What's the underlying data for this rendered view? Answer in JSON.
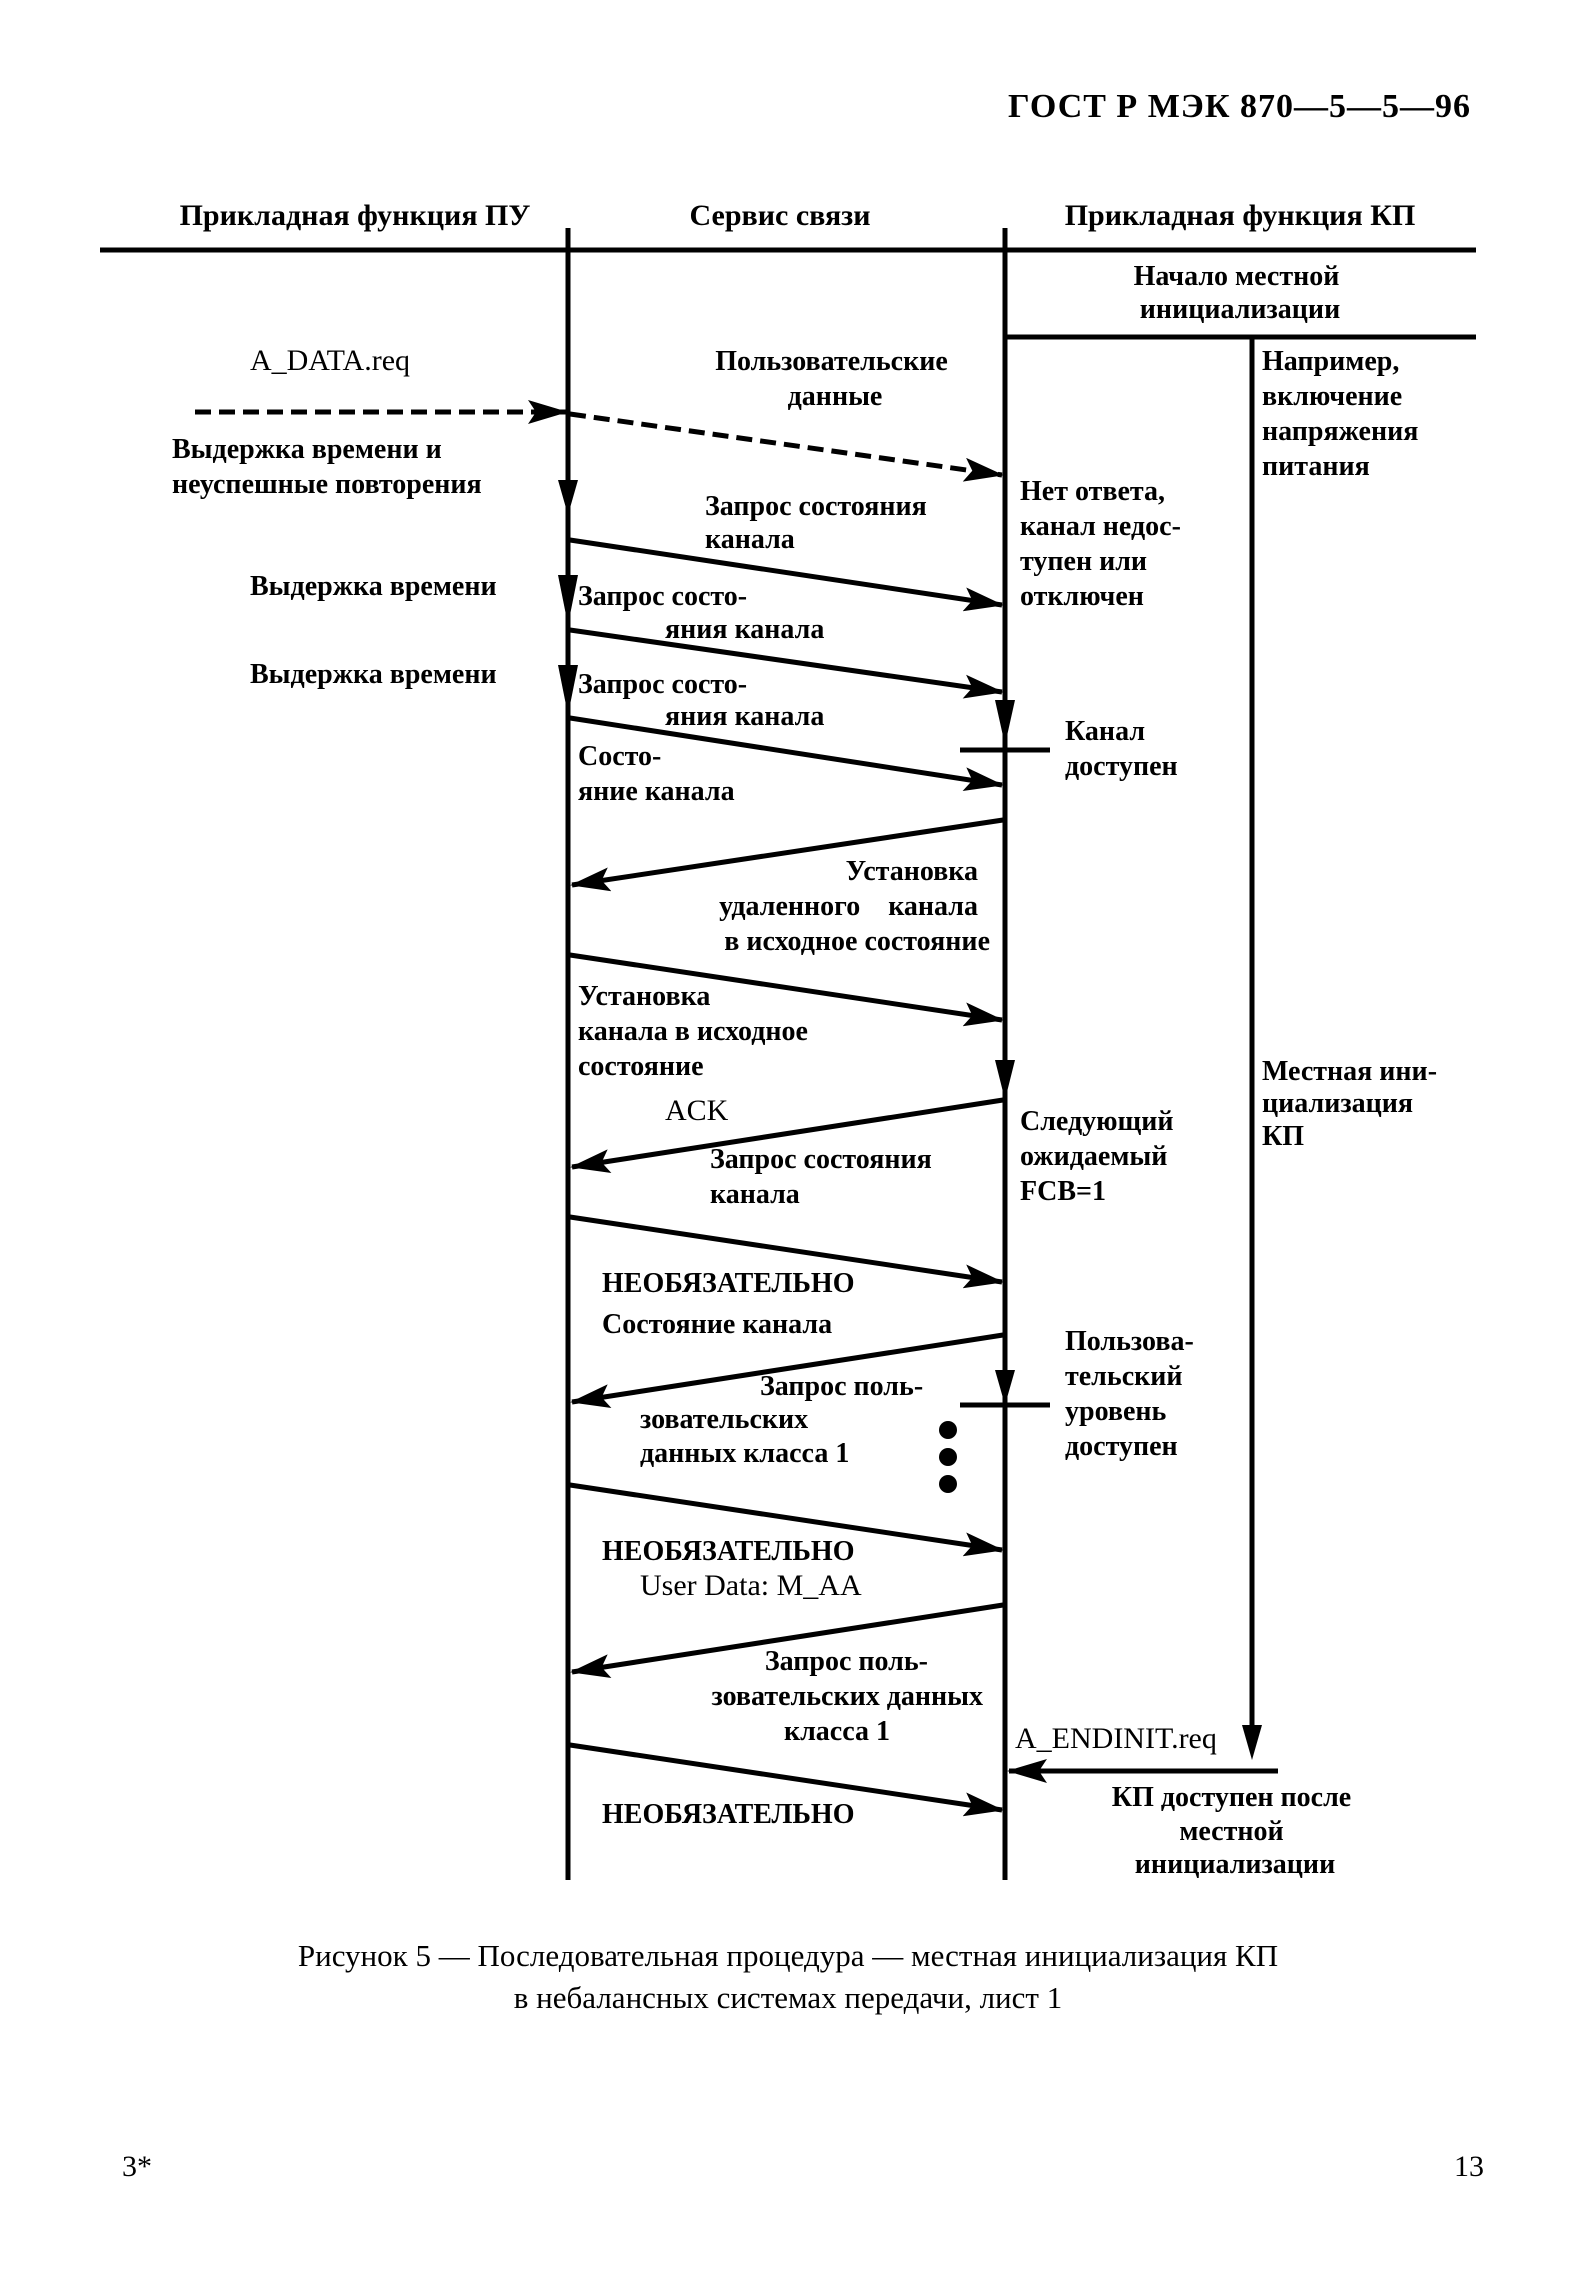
{
  "header": {
    "standard_id": "ГОСТ Р МЭК 870—5—5—96"
  },
  "columns": {
    "left": "Прикладная функция ПУ",
    "middle": "Сервис связи",
    "right": "Прикладная функция КП"
  },
  "labels": {
    "local_init_start": [
      "Начало местной",
      "инициализации"
    ],
    "example": [
      "Например,",
      "включение",
      "напряжения",
      "питания"
    ],
    "a_data_req": "A_DATA.req",
    "user_data": [
      "Пользовательские",
      "данные"
    ],
    "timeout_retries": [
      "Выдержка времени и",
      "неуспешные повторения"
    ],
    "no_answer": [
      "Нет ответа,",
      "канал недос-",
      "тупен или",
      "отключен"
    ],
    "link_status_req_1": [
      "Запрос состояния",
      "канала"
    ],
    "timeout_1": "Выдержка времени",
    "link_status_req_2": [
      "Запрос состо-",
      "яния канала"
    ],
    "timeout_2": "Выдержка времени",
    "link_status_req_3": [
      "Запрос состо-",
      "яния канала"
    ],
    "link_available": [
      "Канал",
      "доступен"
    ],
    "link_status": [
      "Состо-",
      "яние канала"
    ],
    "reset_remote_link": [
      "Установка",
      "удаленного    канала",
      "в исходное состояние"
    ],
    "reset_link": [
      "Установка",
      "канала в исходное",
      "состояние"
    ],
    "ack": "ACK",
    "next_expected": [
      "Следующий",
      "ожидаемый",
      "FCB=1"
    ],
    "local_init_kp": [
      "Местная ини-",
      "циализация",
      "КП"
    ],
    "link_status_req_4": [
      "Запрос состояния",
      "канала"
    ],
    "optional_1": "НЕОБЯЗАТЕЛЬНО",
    "link_status_2": "Состояние канала",
    "user_level_available": [
      "Пользова-",
      "тельский",
      "уровень",
      "доступен"
    ],
    "class1_req_1": [
      "Запрос поль-",
      "зовательских",
      "данных класса 1"
    ],
    "optional_2": "НЕОБЯЗАТЕЛЬНО",
    "user_data_maa": "User Data: M_AA",
    "class1_req_2": [
      "Запрос поль-",
      "зовательских данных",
      "класса 1"
    ],
    "a_endinit_req": "A_ENDINIT.req",
    "optional_3": "НЕОБЯЗАТЕЛЬНО",
    "kp_available": [
      "КП доступен после",
      "местной",
      "инициализации"
    ]
  },
  "caption": [
    "Рисунок 5 — Последовательная  процедура — местная инициализация КП",
    "в  небалансных системах передачи, лист 1"
  ],
  "footer": {
    "signature_mark": "3*",
    "page_number": "13"
  }
}
